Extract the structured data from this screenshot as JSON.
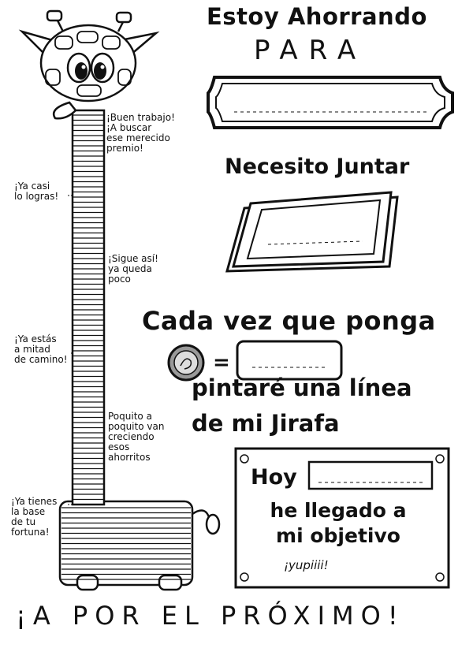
{
  "heading": {
    "line1": "Estoy Ahorrando",
    "line2": "PARA"
  },
  "need": {
    "title": "Necesito Juntar"
  },
  "instruction": {
    "line1": "Cada vez que ponga",
    "line2": "pintaré una línea",
    "line3": "de mi Jirafa",
    "equals": "="
  },
  "goal_box": {
    "hoy": "Hoy",
    "text": "he llegado a\nmi objetivo",
    "celebration": "¡yupiiii!"
  },
  "neck_notes": {
    "n1": "¡Buen trabajo!\n¡A buscar\nese merecido\npremio!",
    "n2": "¡Ya casi\nlo logras!",
    "n3": "¡Sigue así!\nya queda\npoco",
    "n4": "¡Ya estás\na mitad\nde camino!",
    "n5": "Poquito a\npoquito van\ncreciendo\nesos\nahorritos",
    "n6": "¡Ya tienes\nla base\nde tu\nfortuna!"
  },
  "footer": "¡A POR EL PRÓXIMO!",
  "icons": {
    "giraffe": "giraffe-illustration",
    "coin": "coin-icon",
    "bill": "banknote-icon",
    "banner": "banner-frame"
  }
}
